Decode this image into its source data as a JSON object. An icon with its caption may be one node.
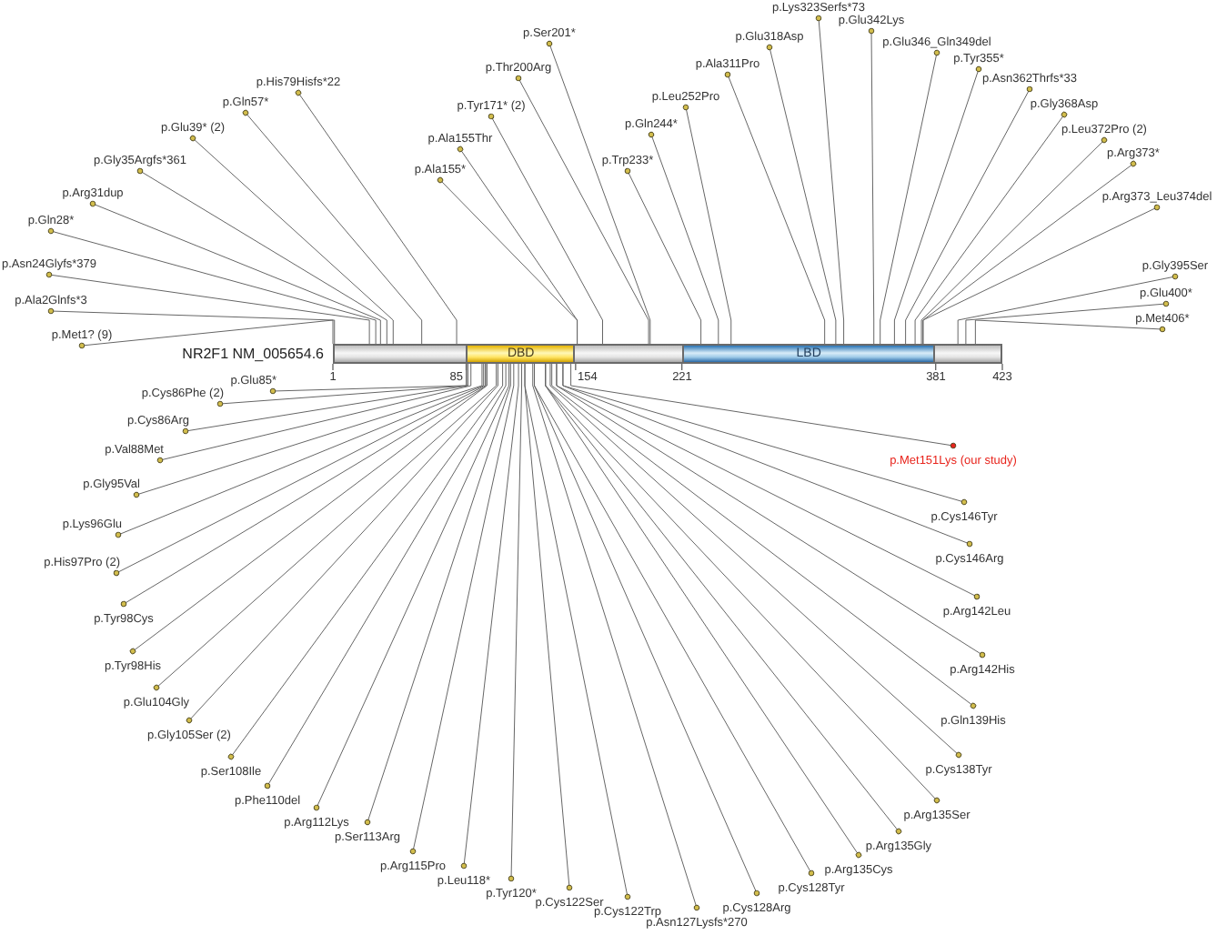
{
  "diagram": {
    "nodes": [
      {
        "text": [
          "NR2F1 NM_005654.6"
        ]
      },
      {
        "text": [
          "DBD"
        ],
        "in": 0
      },
      {
        "text": [
          "LBD"
        ],
        "in": 0
      },
      {
        "text": [
          "p.Met1? (9)"
        ]
      },
      {
        "text": [
          "p.Ala2Glnfs*3"
        ]
      },
      {
        "text": [
          "p.Asn24Glyfs*379"
        ]
      },
      {
        "text": [
          "p.Gln28*"
        ]
      },
      {
        "text": [
          "p.Arg31dup"
        ]
      },
      {
        "text": [
          "p.Gly35Argfs*361"
        ]
      },
      {
        "text": [
          "p.Glu39* (2)"
        ]
      },
      {
        "text": [
          "p.Gln57*"
        ]
      },
      {
        "text": [
          "p.His79Hisfs*22"
        ]
      },
      {
        "text": [
          "p.Ala155*"
        ]
      },
      {
        "text": [
          "p.Ala155Thr"
        ]
      },
      {
        "text": [
          "p.Tyr171* (2)"
        ]
      },
      {
        "text": [
          "p.Thr200Arg"
        ]
      },
      {
        "text": [
          "p.Ser201*"
        ]
      },
      {
        "text": [
          "p.Trp233*"
        ]
      },
      {
        "text": [
          "p.Gln244*"
        ]
      },
      {
        "text": [
          "p.Leu252Pro"
        ]
      },
      {
        "text": [
          "p.Ala311Pro"
        ]
      },
      {
        "text": [
          "p.Glu318Asp"
        ]
      },
      {
        "text": [
          "p.Lys323Serfs*73"
        ]
      },
      {
        "text": [
          "p.Glu342Lys"
        ]
      },
      {
        "text": [
          "p.Glu346_Gln349del"
        ]
      },
      {
        "text": [
          "p.Tyr355*"
        ]
      },
      {
        "text": [
          "p.Asn362Thrfs*33"
        ]
      },
      {
        "text": [
          "p.Gly368Asp"
        ]
      },
      {
        "text": [
          "p.Leu372Pro (2)"
        ]
      },
      {
        "text": [
          "p.Arg373*"
        ]
      },
      {
        "text": [
          "p.Arg373_Leu374del"
        ]
      },
      {
        "text": [
          "p.Gly395Ser"
        ]
      },
      {
        "text": [
          "p.Glu400*"
        ]
      },
      {
        "text": [
          "p.Met406*"
        ]
      },
      {
        "text": [
          "p.Glu85*"
        ]
      },
      {
        "text": [
          "p.Cys86Phe (2)"
        ]
      },
      {
        "text": [
          "p.Cys86Arg"
        ]
      },
      {
        "text": [
          "p.Val88Met"
        ]
      },
      {
        "text": [
          "p.Gly95Val"
        ]
      },
      {
        "text": [
          "p.Lys96Glu"
        ]
      },
      {
        "text": [
          "p.His97Pro (2)"
        ]
      },
      {
        "text": [
          "p.Tyr98Cys"
        ]
      },
      {
        "text": [
          "p.Tyr98His"
        ]
      },
      {
        "text": [
          "p.Glu104Gly"
        ]
      },
      {
        "text": [
          "p.Gly105Ser (2)"
        ]
      },
      {
        "text": [
          "p.Ser108Ile"
        ]
      },
      {
        "text": [
          "p.Phe110del"
        ]
      },
      {
        "text": [
          "p.Arg112Lys"
        ]
      },
      {
        "text": [
          "p.Ser113Arg"
        ]
      },
      {
        "text": [
          "p.Arg115Pro"
        ]
      },
      {
        "text": [
          "p.Leu118*"
        ]
      },
      {
        "text": [
          "p.Tyr120*"
        ]
      },
      {
        "text": [
          "p.Cys122Ser"
        ]
      },
      {
        "text": [
          "p.Cys122Trp"
        ]
      },
      {
        "text": [
          "p.Asn127Lysfs*270"
        ]
      },
      {
        "text": [
          "p.Cys128Arg"
        ]
      },
      {
        "text": [
          "p.Cys128Tyr"
        ]
      },
      {
        "text": [
          "p.Arg135Cys"
        ]
      },
      {
        "text": [
          "p.Arg135Gly"
        ]
      },
      {
        "text": [
          "p.Arg135Ser"
        ]
      },
      {
        "text": [
          "p.Cys138Tyr"
        ]
      },
      {
        "text": [
          "p.Gln139His"
        ]
      },
      {
        "text": [
          "p.Arg142His"
        ]
      },
      {
        "text": [
          "p.Arg142Leu"
        ]
      },
      {
        "text": [
          "p.Cys146Arg"
        ]
      },
      {
        "text": [
          "p.Cys146Tyr"
        ]
      },
      {
        "text": [
          "p.Met151Lys (our study)"
        ]
      }
    ],
    "edges": [
      {
        "from": 3,
        "to": 0,
        "arrow": "other"
      },
      {
        "from": 4,
        "to": 0,
        "arrow": "other"
      },
      {
        "from": 5,
        "to": 0,
        "arrow": "other"
      },
      {
        "from": 6,
        "to": 0,
        "arrow": "other"
      },
      {
        "from": 7,
        "to": 0,
        "arrow": "other"
      },
      {
        "from": 8,
        "to": 0,
        "arrow": "other"
      },
      {
        "from": 9,
        "to": 0,
        "arrow": "other"
      },
      {
        "from": 10,
        "to": 0,
        "arrow": "other"
      },
      {
        "from": 11,
        "to": 0,
        "arrow": "other"
      },
      {
        "from": 12,
        "to": 0,
        "arrow": "other"
      },
      {
        "from": 13,
        "to": 0,
        "arrow": "other"
      },
      {
        "from": 14,
        "to": 0,
        "arrow": "other"
      },
      {
        "from": 15,
        "to": 0,
        "arrow": "other"
      },
      {
        "from": 16,
        "to": 0,
        "arrow": "other"
      },
      {
        "from": 17,
        "to": 0,
        "arrow": "other"
      },
      {
        "from": 18,
        "to": 0,
        "arrow": "other"
      },
      {
        "from": 19,
        "to": 0,
        "arrow": "other"
      },
      {
        "from": 20,
        "to": 0,
        "arrow": "other"
      },
      {
        "from": 21,
        "to": 0,
        "arrow": "other"
      },
      {
        "from": 22,
        "to": 0,
        "arrow": "other"
      },
      {
        "from": 23,
        "to": 0,
        "arrow": "other"
      },
      {
        "from": 24,
        "to": 0,
        "arrow": "other"
      },
      {
        "from": 25,
        "to": 0,
        "arrow": "other"
      },
      {
        "from": 26,
        "to": 0,
        "arrow": "other"
      },
      {
        "from": 27,
        "to": 0,
        "arrow": "other"
      },
      {
        "from": 28,
        "to": 0,
        "arrow": "other"
      },
      {
        "from": 29,
        "to": 0,
        "arrow": "other"
      },
      {
        "from": 30,
        "to": 0,
        "arrow": "other"
      },
      {
        "from": 31,
        "to": 0,
        "arrow": "other"
      },
      {
        "from": 32,
        "to": 0,
        "arrow": "other"
      },
      {
        "from": 33,
        "to": 0,
        "arrow": "other"
      },
      {
        "from": 34,
        "to": 0,
        "arrow": "other"
      },
      {
        "from": 35,
        "to": 0,
        "arrow": "other"
      },
      {
        "from": 36,
        "to": 0,
        "arrow": "other"
      },
      {
        "from": 37,
        "to": 0,
        "arrow": "other"
      },
      {
        "from": 38,
        "to": 0,
        "arrow": "other"
      },
      {
        "from": 39,
        "to": 0,
        "arrow": "other"
      },
      {
        "from": 40,
        "to": 0,
        "arrow": "other"
      },
      {
        "from": 41,
        "to": 0,
        "arrow": "other"
      },
      {
        "from": 42,
        "to": 0,
        "arrow": "other"
      },
      {
        "from": 43,
        "to": 0,
        "arrow": "other"
      },
      {
        "from": 44,
        "to": 0,
        "arrow": "other"
      },
      {
        "from": 45,
        "to": 0,
        "arrow": "other"
      },
      {
        "from": 46,
        "to": 0,
        "arrow": "other"
      },
      {
        "from": 47,
        "to": 0,
        "arrow": "other"
      },
      {
        "from": 48,
        "to": 0,
        "arrow": "other"
      },
      {
        "from": 49,
        "to": 0,
        "arrow": "other"
      },
      {
        "from": 50,
        "to": 0,
        "arrow": "other"
      },
      {
        "from": 51,
        "to": 0,
        "arrow": "other"
      },
      {
        "from": 52,
        "to": 0,
        "arrow": "other"
      },
      {
        "from": 53,
        "to": 0,
        "arrow": "other"
      },
      {
        "from": 54,
        "to": 0,
        "arrow": "other"
      },
      {
        "from": 55,
        "to": 0,
        "arrow": "other"
      },
      {
        "from": 56,
        "to": 0,
        "arrow": "other"
      },
      {
        "from": 57,
        "to": 0,
        "arrow": "other"
      },
      {
        "from": 58,
        "to": 0,
        "arrow": "other"
      },
      {
        "from": 59,
        "to": 0,
        "arrow": "other"
      },
      {
        "from": 60,
        "to": 0,
        "arrow": "other"
      },
      {
        "from": 61,
        "to": 0,
        "arrow": "other"
      },
      {
        "from": 62,
        "to": 0,
        "arrow": "other"
      },
      {
        "from": 63,
        "to": 0,
        "arrow": "other"
      },
      {
        "from": 64,
        "to": 0,
        "arrow": "other"
      },
      {
        "from": 65,
        "to": 0,
        "arrow": "other"
      },
      {
        "from": 66,
        "to": 0,
        "arrow": "other"
      }
    ],
    "labels": [
      "1",
      "85",
      "154",
      "221",
      "381",
      "423"
    ]
  }
}
